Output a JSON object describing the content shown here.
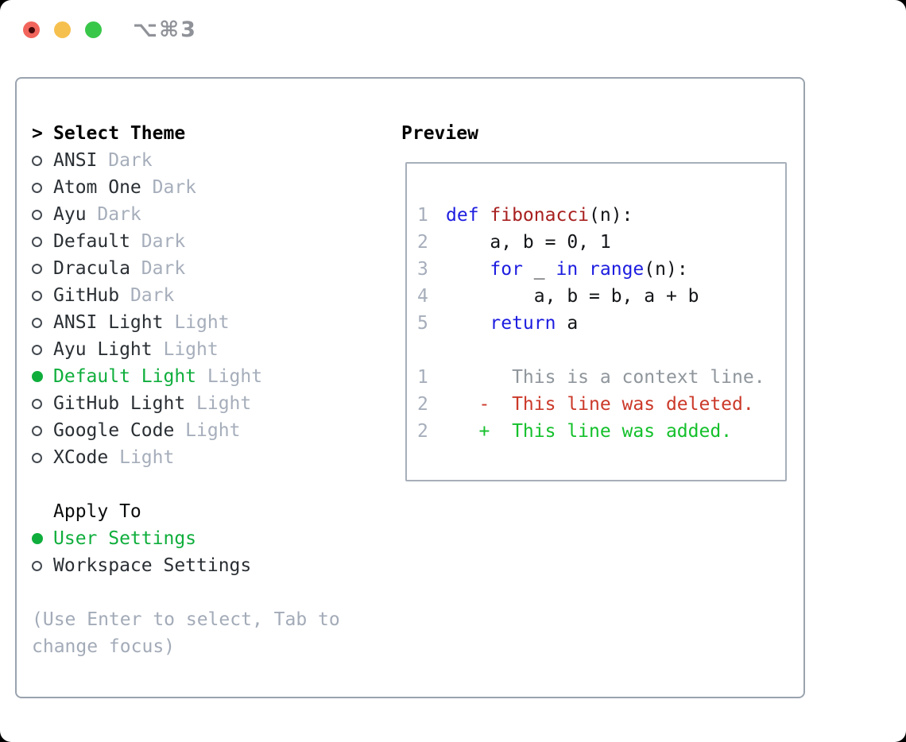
{
  "window": {
    "title": "⌥⌘3",
    "traffic_lights": {
      "close_color": "#f2655c",
      "minimize_color": "#f6c04e",
      "zoom_color": "#39c74a",
      "close_has_dot": true
    }
  },
  "colors": {
    "selected_green": "#0fae3c",
    "muted_gray": "#a6aebb",
    "keyword_blue": "#1d1de0",
    "function_red": "#a82020",
    "deleted_red": "#cb3929",
    "added_green": "#14c02b",
    "panel_border": "#9aa3ae"
  },
  "theme_section": {
    "header_prefix": ">",
    "header": "Select Theme",
    "items": [
      {
        "name": "ANSI",
        "tag": "Dark",
        "selected": false
      },
      {
        "name": "Atom One",
        "tag": "Dark",
        "selected": false
      },
      {
        "name": "Ayu",
        "tag": "Dark",
        "selected": false
      },
      {
        "name": "Default",
        "tag": "Dark",
        "selected": false
      },
      {
        "name": "Dracula",
        "tag": "Dark",
        "selected": false
      },
      {
        "name": "GitHub",
        "tag": "Dark",
        "selected": false
      },
      {
        "name": "ANSI Light",
        "tag": "Light",
        "selected": false
      },
      {
        "name": "Ayu Light",
        "tag": "Light",
        "selected": false
      },
      {
        "name": "Default Light",
        "tag": "Light",
        "selected": true
      },
      {
        "name": "GitHub Light",
        "tag": "Light",
        "selected": false
      },
      {
        "name": "Google Code",
        "tag": "Light",
        "selected": false
      },
      {
        "name": "XCode",
        "tag": "Light",
        "selected": false
      }
    ]
  },
  "apply_section": {
    "header": "Apply To",
    "items": [
      {
        "name": "User Settings",
        "selected": true
      },
      {
        "name": "Workspace Settings",
        "selected": false
      }
    ]
  },
  "help_text": "(Use Enter to select, Tab to change focus)",
  "preview": {
    "header": "Preview",
    "lines": [
      {
        "num": "1",
        "segs": [
          [
            "kw",
            "def "
          ],
          [
            "fn",
            "fibonacci"
          ],
          [
            "pl",
            "(n):"
          ]
        ]
      },
      {
        "num": "2",
        "segs": [
          [
            "pl",
            "    a, b = 0, 1"
          ]
        ]
      },
      {
        "num": "3",
        "segs": [
          [
            "pl",
            "    "
          ],
          [
            "kw",
            "for"
          ],
          [
            "pl",
            " _ "
          ],
          [
            "kw",
            "in"
          ],
          [
            "pl",
            " "
          ],
          [
            "kw",
            "range"
          ],
          [
            "pl",
            "(n):"
          ]
        ]
      },
      {
        "num": "4",
        "segs": [
          [
            "pl",
            "        a, b = b, a + b"
          ]
        ]
      },
      {
        "num": "5",
        "segs": [
          [
            "pl",
            "    "
          ],
          [
            "kw",
            "return"
          ],
          [
            "pl",
            " a"
          ]
        ]
      },
      {
        "num": "",
        "segs": []
      },
      {
        "num": "1",
        "segs": [
          [
            "ctx",
            "      This is a context line."
          ]
        ]
      },
      {
        "num": "2",
        "segs": [
          [
            "del",
            "   -  This line was deleted."
          ]
        ]
      },
      {
        "num": "2",
        "segs": [
          [
            "add",
            "   +  This line was added."
          ]
        ]
      }
    ]
  }
}
